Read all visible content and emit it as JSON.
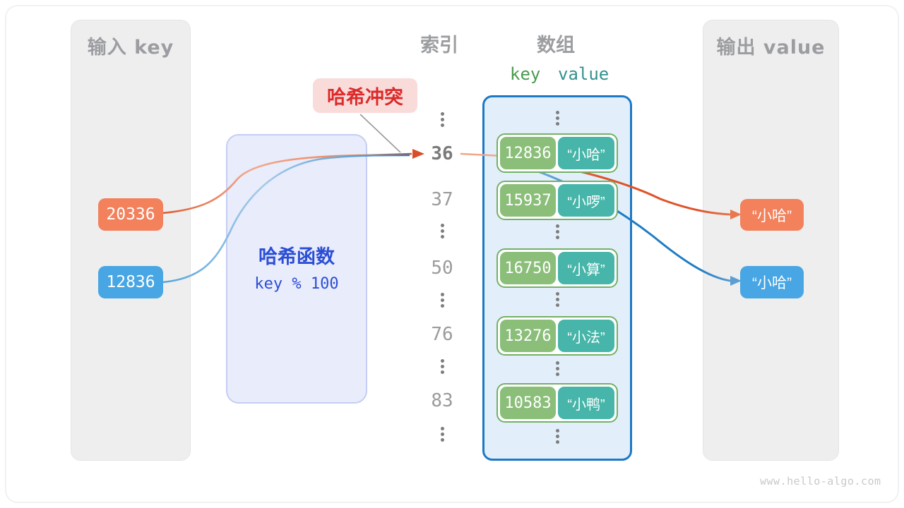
{
  "watermark": "www.hello-algo.com",
  "input_panel": {
    "title": "输入 key",
    "keys": [
      {
        "label": "20336",
        "color": "orange"
      },
      {
        "label": "12836",
        "color": "blue"
      }
    ]
  },
  "hash_function": {
    "name": "哈希函数",
    "formula": "key % 100"
  },
  "collision": {
    "label": "哈希冲突"
  },
  "index_column": {
    "header": "索引",
    "rows": [
      "⋮",
      "36",
      "37",
      "⋮",
      "50",
      "⋮",
      "76",
      "⋮",
      "83",
      "⋮"
    ],
    "highlighted_row": "36"
  },
  "array_panel": {
    "header": "数组",
    "key_header": "key",
    "value_header": "value",
    "pairs": [
      {
        "key": "12836",
        "value": "“小哈”"
      },
      {
        "key": "15937",
        "value": "“小啰”"
      },
      {
        "key": "16750",
        "value": "“小算”"
      },
      {
        "key": "13276",
        "value": "“小法”"
      },
      {
        "key": "10583",
        "value": "“小鸭”"
      }
    ]
  },
  "output_panel": {
    "title": "输出 value",
    "values": [
      {
        "label": "“小哈”",
        "color": "orange"
      },
      {
        "label": "“小哈”",
        "color": "blue"
      }
    ]
  },
  "colors": {
    "orange_chip": "#f2815c",
    "blue_chip": "#47a6e3",
    "orange_wire": "#dc4f28",
    "blue_wire": "#1e78c0",
    "key_green": "#8abe79",
    "value_teal": "#47b5a9",
    "array_border": "#1d79c5",
    "hash_text": "#2b4ed6",
    "collision_red": "#dc2a2a",
    "panel_gray": "#eeeeef"
  }
}
